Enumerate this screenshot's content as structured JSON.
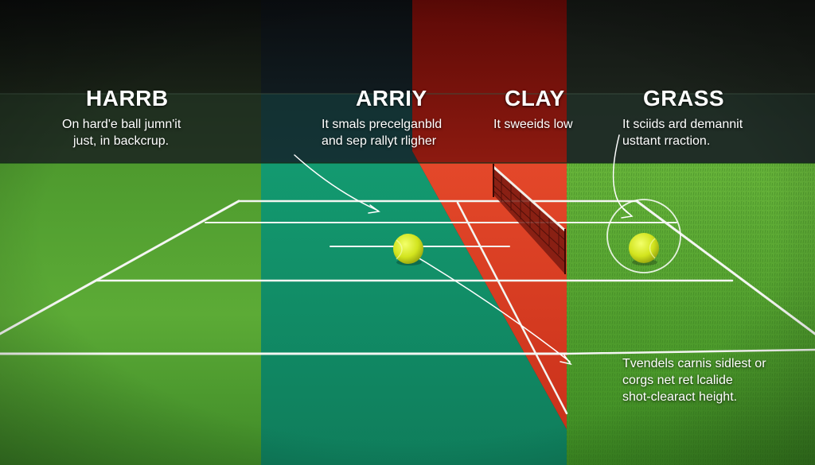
{
  "panels": [
    {
      "id": "hard",
      "title": "HARRB",
      "lines": [
        "On hard'e ball jumn'it",
        "just, in backcrup."
      ],
      "color": "#5aa53a"
    },
    {
      "id": "arriy",
      "title": "ARRIY",
      "lines": [
        "It smals precelganbld",
        "and sep rallyt rligher"
      ],
      "color": "#14896a"
    },
    {
      "id": "clay",
      "title": "CLAY",
      "lines": [
        "It sweeids low"
      ],
      "color": "#d83a20"
    },
    {
      "id": "grass",
      "title": "GRASS",
      "lines": [
        "It sciids ard demannit",
        "usttant rraction."
      ],
      "color": "#58a830"
    }
  ],
  "note": {
    "lines": [
      "Tvendels carnis sidlest or",
      "corgs net ret lcalide",
      "shot-clearact height."
    ]
  },
  "colors": {
    "hard_top": "#1f2a1d",
    "arriy_top": "#0f1418",
    "clay_top": "#6a0f0b",
    "grass_top": "#1b211a",
    "ball": "#d7e82a",
    "line": "#f4f6f2"
  }
}
